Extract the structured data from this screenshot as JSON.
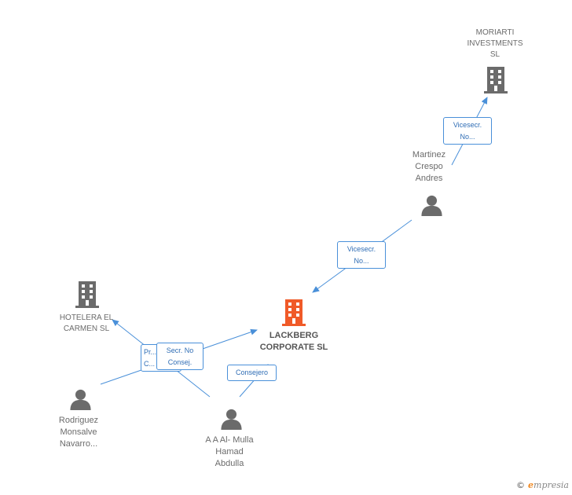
{
  "nodes": {
    "lackberg": {
      "label": "LACKBERG\nCORPORATE SL",
      "kind": "company",
      "color": "#f05a28"
    },
    "moriarti": {
      "label": "MORIARTI\nINVESTMENTS\nSL",
      "kind": "company",
      "color": "#6b6b6b"
    },
    "hotelera": {
      "label": "HOTELERA EL\nCARMEN SL",
      "kind": "company",
      "color": "#6b6b6b"
    },
    "martinez": {
      "label": "Martinez\nCrespo\nAndres",
      "kind": "person",
      "color": "#6b6b6b"
    },
    "rodriguez": {
      "label": "Rodriguez\nMonsalve\nNavarro...",
      "kind": "person",
      "color": "#6b6b6b"
    },
    "mulla": {
      "label": "A A Al- Mulla\nHamad\nAbdulla",
      "kind": "person",
      "color": "#6b6b6b"
    }
  },
  "edges": {
    "martinez_moriarti": "Vicesecr.\nNo...",
    "martinez_lackberg": "Vicesecr.\nNo...",
    "rodriguez_lackberg": "Secr.  No\nConsej.",
    "mulla_hotelera": "Pr...\nC...",
    "mulla_lackberg": "Consejero"
  },
  "colors": {
    "edge": "#4a90d9"
  },
  "icons": {
    "company": "building-icon",
    "person": "person-icon"
  },
  "footer": {
    "copyright": "©",
    "brand_initial": "e",
    "brand_rest": "mpresia"
  }
}
